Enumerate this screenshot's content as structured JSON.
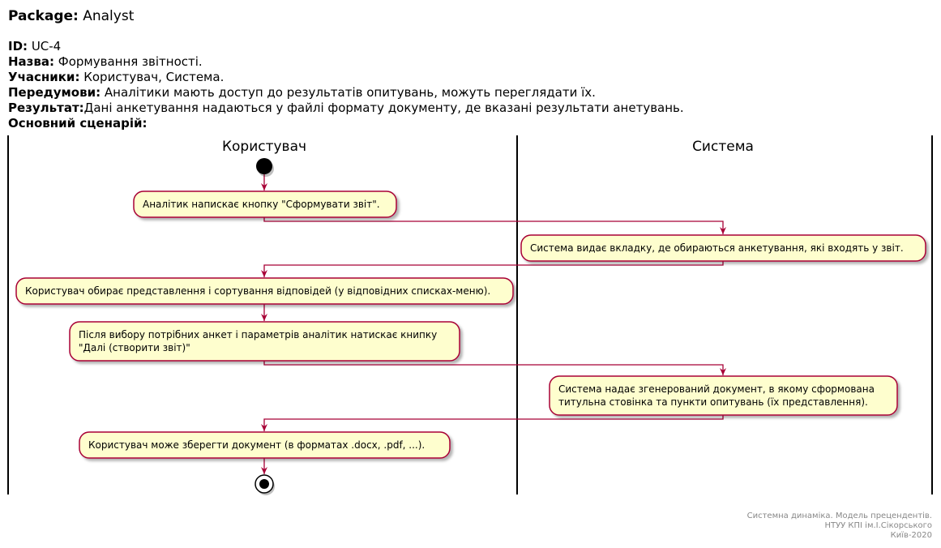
{
  "header": {
    "package_label": "Package:",
    "package_value": "Analyst",
    "id_label": "ID:",
    "id_value": "UC-4",
    "name_label": "Назва:",
    "name_value": "Формування звітності.",
    "actors_label": "Учасники:",
    "actors_value": "Користувач, Система.",
    "precond_label": "Передумови:",
    "precond_value": "Аналітики мають доступ до результатів опитувань, можуть переглядати їх.",
    "result_label": "Результат:",
    "result_value": "Дані анкетування надаються у файлі формату документу, де вказані результати анетувань.",
    "scenario_label": "Основний сценарій:"
  },
  "swimlanes": [
    "Користувач",
    "Система"
  ],
  "activities": [
    {
      "lane": 0,
      "lines": [
        "Аналітик напискає кнопку \"Сформувати звіт\"."
      ]
    },
    {
      "lane": 1,
      "lines": [
        "Система видає вкладку, де обираються анкетування, які входять у звіт."
      ]
    },
    {
      "lane": 0,
      "lines": [
        "Користувач обирає представлення і сортування відповідей (у відповідних списках-меню)."
      ]
    },
    {
      "lane": 0,
      "lines": [
        "Після вибору потрібних анкет і параметрів аналітик натискає книпку",
        "\"Далі (створити звіт)\""
      ]
    },
    {
      "lane": 1,
      "lines": [
        "Система надає згенерований документ, в якому сформована",
        "титульна стовінка та пункти опитувань (їх представлення)."
      ]
    },
    {
      "lane": 0,
      "lines": [
        "Користувач може зберегти документ (в форматах .docx, .pdf, ...)."
      ]
    }
  ],
  "footer": {
    "line1": "Системна динаміка. Модель прецендентів.",
    "line2": "НТУУ КПІ ім.І.Сікорського",
    "line3": "Київ-2020"
  },
  "colors": {
    "activity_fill": "#FEFECE",
    "activity_border": "#A80036",
    "arrow": "#A80036",
    "lane_line": "#000000"
  }
}
